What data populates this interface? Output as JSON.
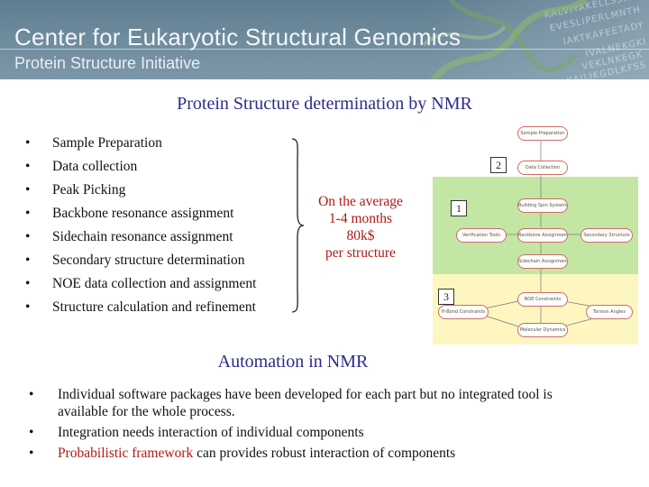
{
  "banner": {
    "title": "Center for Eukaryotic Structural Genomics",
    "subtitle": "Protein Structure Initiative",
    "sequence_text": [
      "KALVIYAKELLSSK",
      "EVESLIPERLMNTH",
      "IAKTKAFEETADY",
      "IVALNEKGKI",
      "VEKLNKEGK",
      "KAILIKGDLKFSS"
    ]
  },
  "section1": {
    "heading": "Protein Structure determination by NMR",
    "bullet": "•",
    "steps": [
      "Sample Preparation",
      "Data collection",
      "Peak Picking",
      "Backbone resonance assignment",
      "Sidechain resonance assignment",
      "Secondary structure determination",
      "NOE data collection and assignment",
      "Structure calculation and refinement"
    ],
    "average": [
      "On the average",
      "1-4 months",
      "80k$",
      "per structure"
    ]
  },
  "flowchart": {
    "colors": {
      "green": "#c4e6a4",
      "yellow": "#fdf6c0",
      "node_border": "#d06a6a"
    },
    "markers": [
      "2",
      "1",
      "3"
    ],
    "nodes": [
      "Sample Preparation",
      "Data Collection",
      "Building Spin Systems",
      "Verification Tools",
      "Backbone Assignment",
      "Secondary Structure",
      "Sidechain Assignment",
      "NOE Constraints",
      "H-Bond Constraints",
      "Torsion Angles",
      "Molecular Dynamics"
    ]
  },
  "section2": {
    "heading": "Automation in NMR",
    "bullet": "•",
    "items": [
      "Individual software packages have been developed for each part but no integrated tool is available for the whole process.",
      "Integration needs interaction of individual components"
    ],
    "item3_highlight": "Probabilistic framework",
    "item3_rest": " can provides robust interaction of components"
  },
  "colors": {
    "heading": "#2c2c8c",
    "accent_red": "#b21818",
    "banner": "#6f8c9d"
  }
}
